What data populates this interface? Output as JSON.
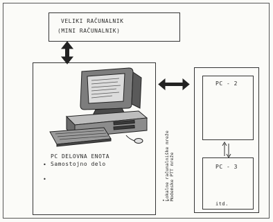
{
  "mainframe": {
    "line1": "VELIKI RAČUNALNIK",
    "line2": "(MINI RAČUNALNIK)"
  },
  "workstation": {
    "title": "PC DELOVNA ENOTA",
    "item1": "Samostojno delo",
    "item2": ""
  },
  "network_labels": {
    "lan": "Lokalne računalniške mreže",
    "ptt": "Modemske PTT mreže"
  },
  "pc2": {
    "label": "PC - 2"
  },
  "pc3": {
    "label": "PC - 3",
    "etc": "itd."
  },
  "bullet": "•"
}
